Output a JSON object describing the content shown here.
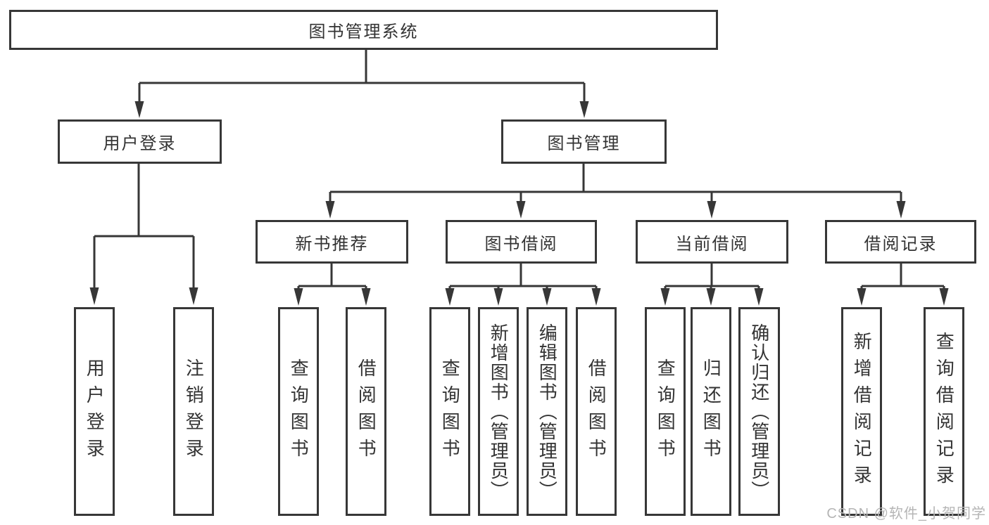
{
  "tree": {
    "root": "图书管理系统",
    "user": {
      "label": "用户登录",
      "children": [
        "用户登录",
        "注销登录"
      ]
    },
    "mgmt": {
      "label": "图书管理",
      "groups": [
        {
          "label": "新书推荐",
          "children": [
            "查询图书",
            "借阅图书"
          ]
        },
        {
          "label": "图书借阅",
          "children": [
            "查询图书",
            "新增图书（管理员）",
            "编辑图书（管理员）",
            "借阅图书"
          ]
        },
        {
          "label": "当前借阅",
          "children": [
            "查询图书",
            "归还图书",
            "确认归还（管理员）"
          ]
        },
        {
          "label": "借阅记录",
          "children": [
            "新增借阅记录",
            "查询借阅记录"
          ]
        }
      ]
    }
  },
  "watermark": {
    "text": "CSDN @软件_小贺同学"
  },
  "colors": {
    "line": "#373737",
    "text": "#333333",
    "bg": "#ffffff",
    "wm": "#b5b5b5"
  }
}
